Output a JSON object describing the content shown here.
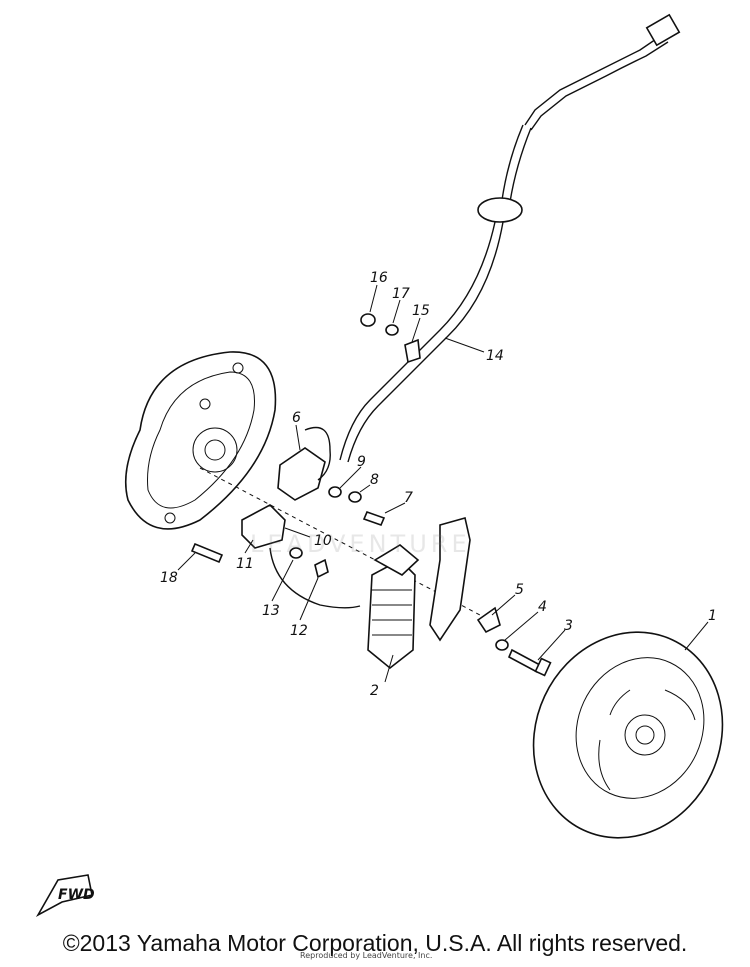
{
  "parts": [
    {
      "num": "1"
    },
    {
      "num": "2"
    },
    {
      "num": "3"
    },
    {
      "num": "4"
    },
    {
      "num": "5"
    },
    {
      "num": "6"
    },
    {
      "num": "7"
    },
    {
      "num": "8"
    },
    {
      "num": "9"
    },
    {
      "num": "10"
    },
    {
      "num": "11"
    },
    {
      "num": "12"
    },
    {
      "num": "13"
    },
    {
      "num": "14"
    },
    {
      "num": "15"
    },
    {
      "num": "16"
    },
    {
      "num": "17"
    },
    {
      "num": "18"
    }
  ],
  "fwd_label": "FWD",
  "copyright": "©2013 Yamaha Motor Corporation, U.S.A. All rights reserved.",
  "reproduced_note": "Reproduced by LeadVenture, Inc.",
  "watermark": "LEADVENTURE"
}
